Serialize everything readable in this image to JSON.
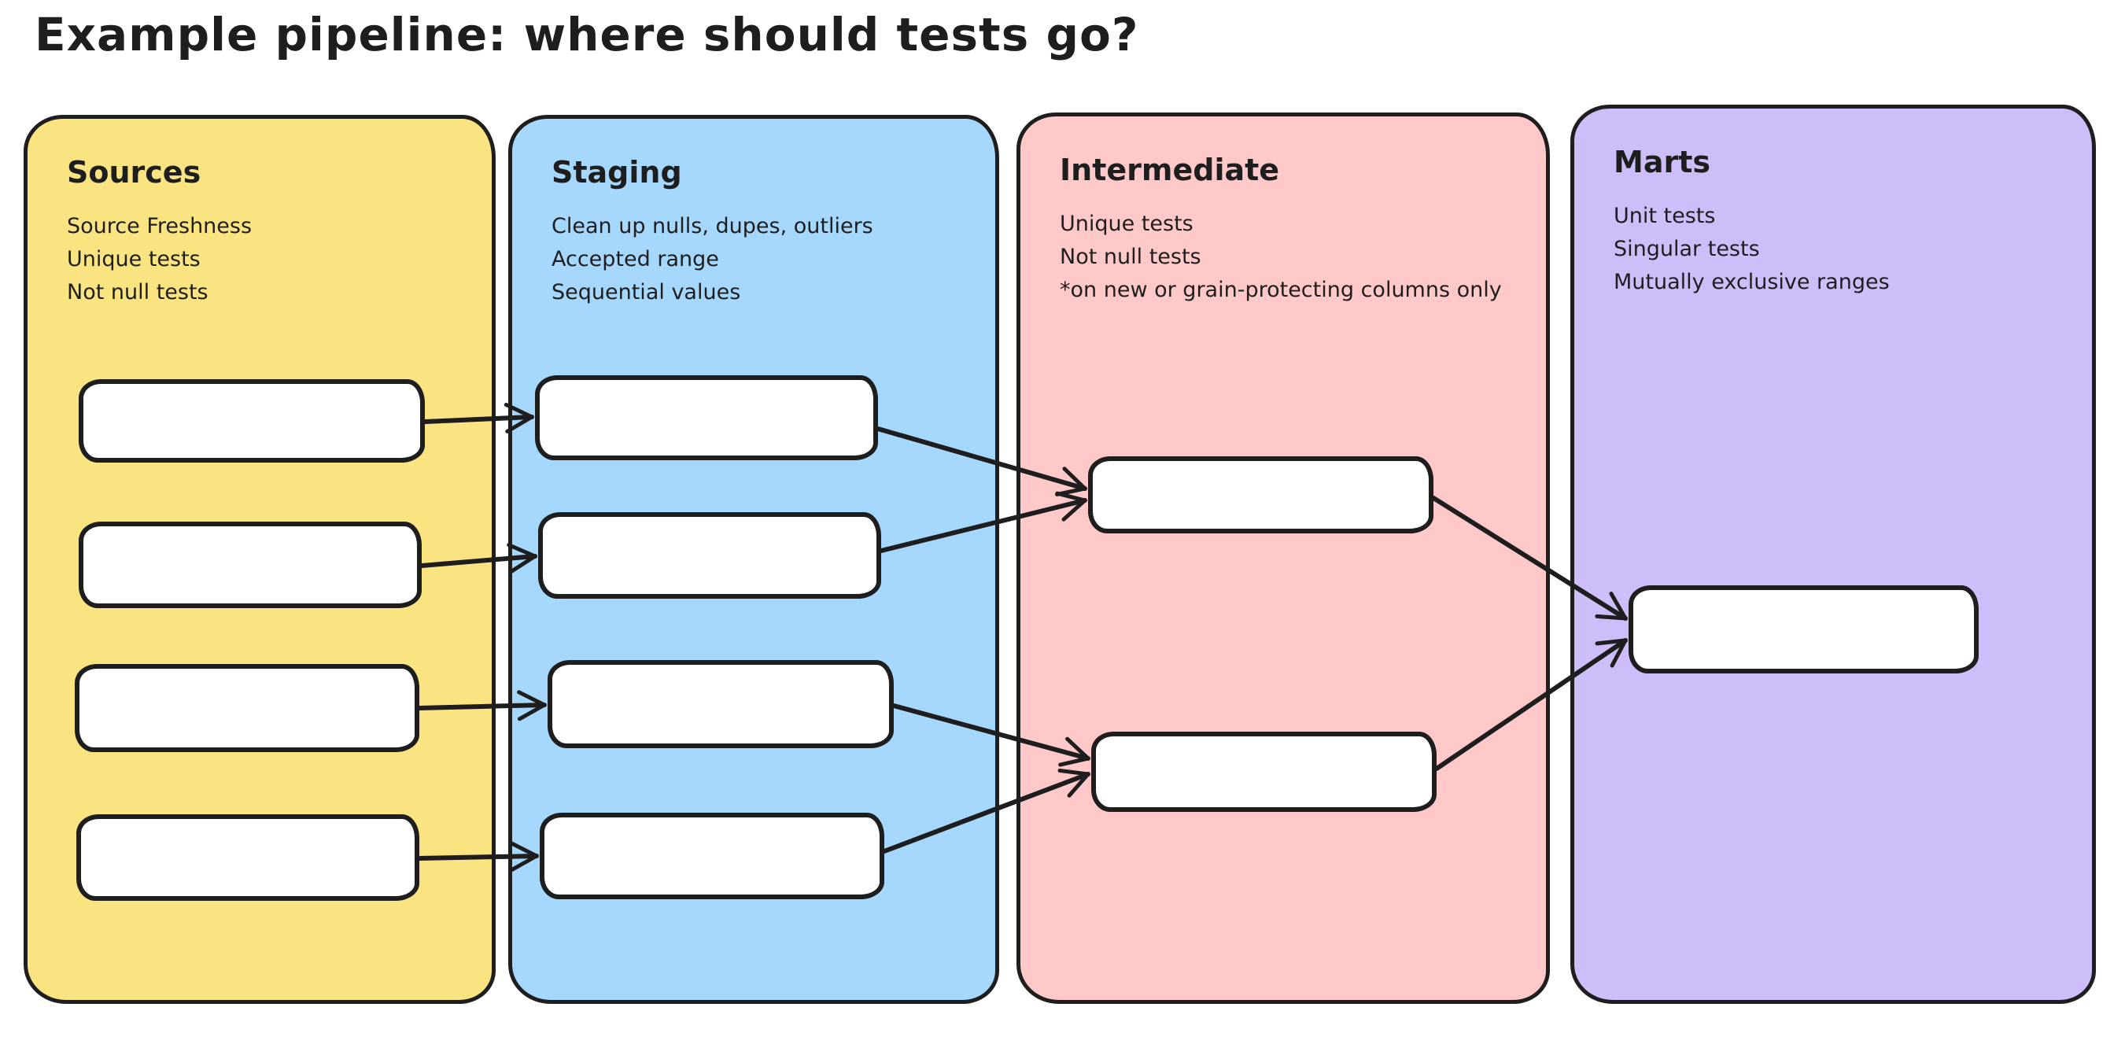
{
  "title": "Example pipeline: where should tests go?",
  "colors": {
    "background": "#ffffff",
    "stroke": "#1e1e1e",
    "node_fill": "#ffffff",
    "sources": "#fae482",
    "staging": "#a6d7fd",
    "intermediate": "#ffc9c9",
    "marts": "#cdbdf8"
  },
  "columns": [
    {
      "label": "Sources",
      "notes": [
        "Source Freshness",
        "Unique tests",
        "Not null tests"
      ]
    },
    {
      "label": "Staging",
      "notes": [
        "Clean up nulls, dupes, outliers",
        "Accepted range",
        "Sequential values"
      ]
    },
    {
      "label": "Intermediate",
      "notes": [
        "Unique tests",
        "Not null tests",
        "*on new or grain-protecting columns only"
      ]
    },
    {
      "label": "Marts",
      "notes": [
        "Unit tests",
        "Singular tests",
        "Mutually exclusive ranges"
      ]
    }
  ],
  "structure": {
    "node_counts": {
      "sources": 4,
      "staging": 4,
      "intermediate": 2,
      "marts": 1
    },
    "edges": [
      "sources.node1 -> staging.node1",
      "sources.node2 -> staging.node2",
      "sources.node3 -> staging.node3",
      "sources.node4 -> staging.node4",
      "staging.node1 -> intermediate.node1",
      "staging.node2 -> intermediate.node1",
      "staging.node3 -> intermediate.node2",
      "staging.node4 -> intermediate.node2",
      "intermediate.node1 -> marts.node1",
      "intermediate.node2 -> marts.node1"
    ]
  }
}
